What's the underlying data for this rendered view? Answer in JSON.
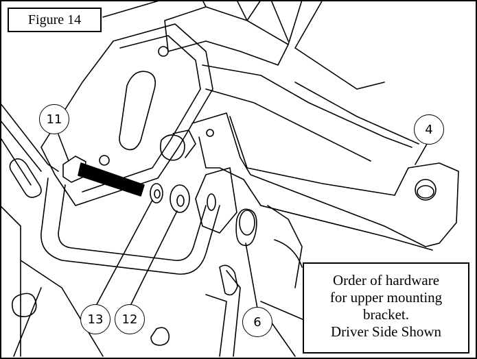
{
  "figure_label": "Figure 14",
  "callouts": {
    "c4": "4",
    "c11": "11",
    "c13": "13",
    "c12": "12",
    "c6": "6"
  },
  "note": {
    "line1": "Order of hardware",
    "line2": "for upper mounting",
    "line3": "bracket.",
    "line4": "Driver Side Shown"
  }
}
